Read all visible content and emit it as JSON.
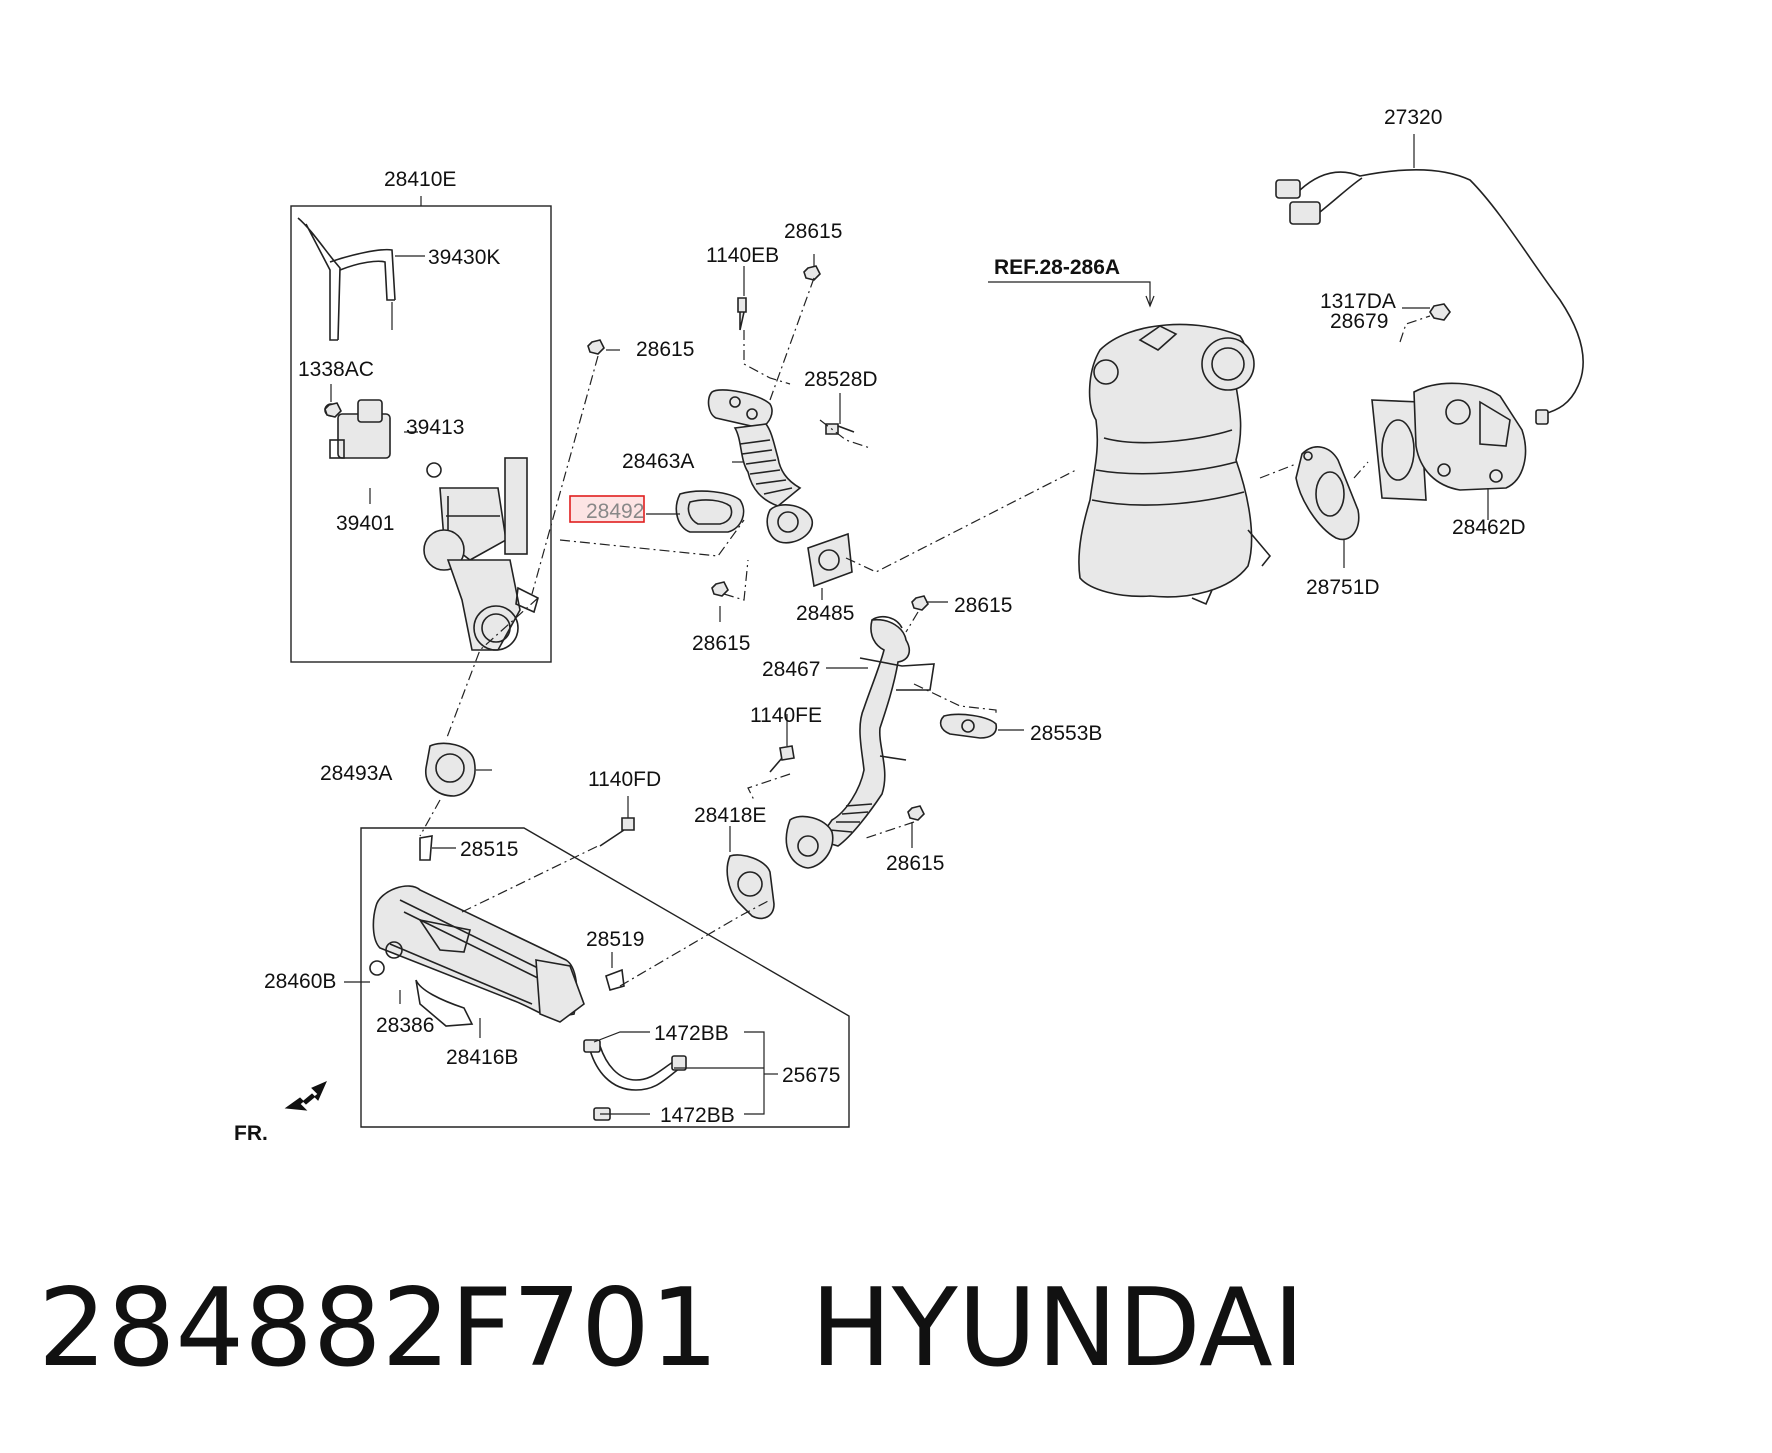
{
  "diagram": {
    "highlighted_part": "28492",
    "ref_label": "REF.28-286A",
    "front_marker": "FR.",
    "callouts": {
      "c28410E": "28410E",
      "c39430K": "39430K",
      "c1338AC": "1338AC",
      "c39413": "39413",
      "c39401": "39401",
      "c1140EB": "1140EB",
      "c28615_a": "28615",
      "c28615_b": "28615",
      "c28615_c": "28615",
      "c28615_d": "28615",
      "c28615_e": "28615",
      "c28528D": "28528D",
      "c28463A": "28463A",
      "c28485": "28485",
      "c28467": "28467",
      "c28553B": "28553B",
      "c1140FE": "1140FE",
      "c28418E": "28418E",
      "c28493A": "28493A",
      "c1140FD": "1140FD",
      "c28515": "28515",
      "c28519": "28519",
      "c28460B": "28460B",
      "c28386": "28386",
      "c28416B": "28416B",
      "c1472BB_a": "1472BB",
      "c1472BB_b": "1472BB",
      "c25675": "25675",
      "c27320": "27320",
      "c1317DA": "1317DA",
      "c28679": "28679",
      "c28462D": "28462D",
      "c28751D": "28751D"
    }
  },
  "footer": {
    "part_number": "284882F701",
    "brand": "HYUNDAI"
  }
}
